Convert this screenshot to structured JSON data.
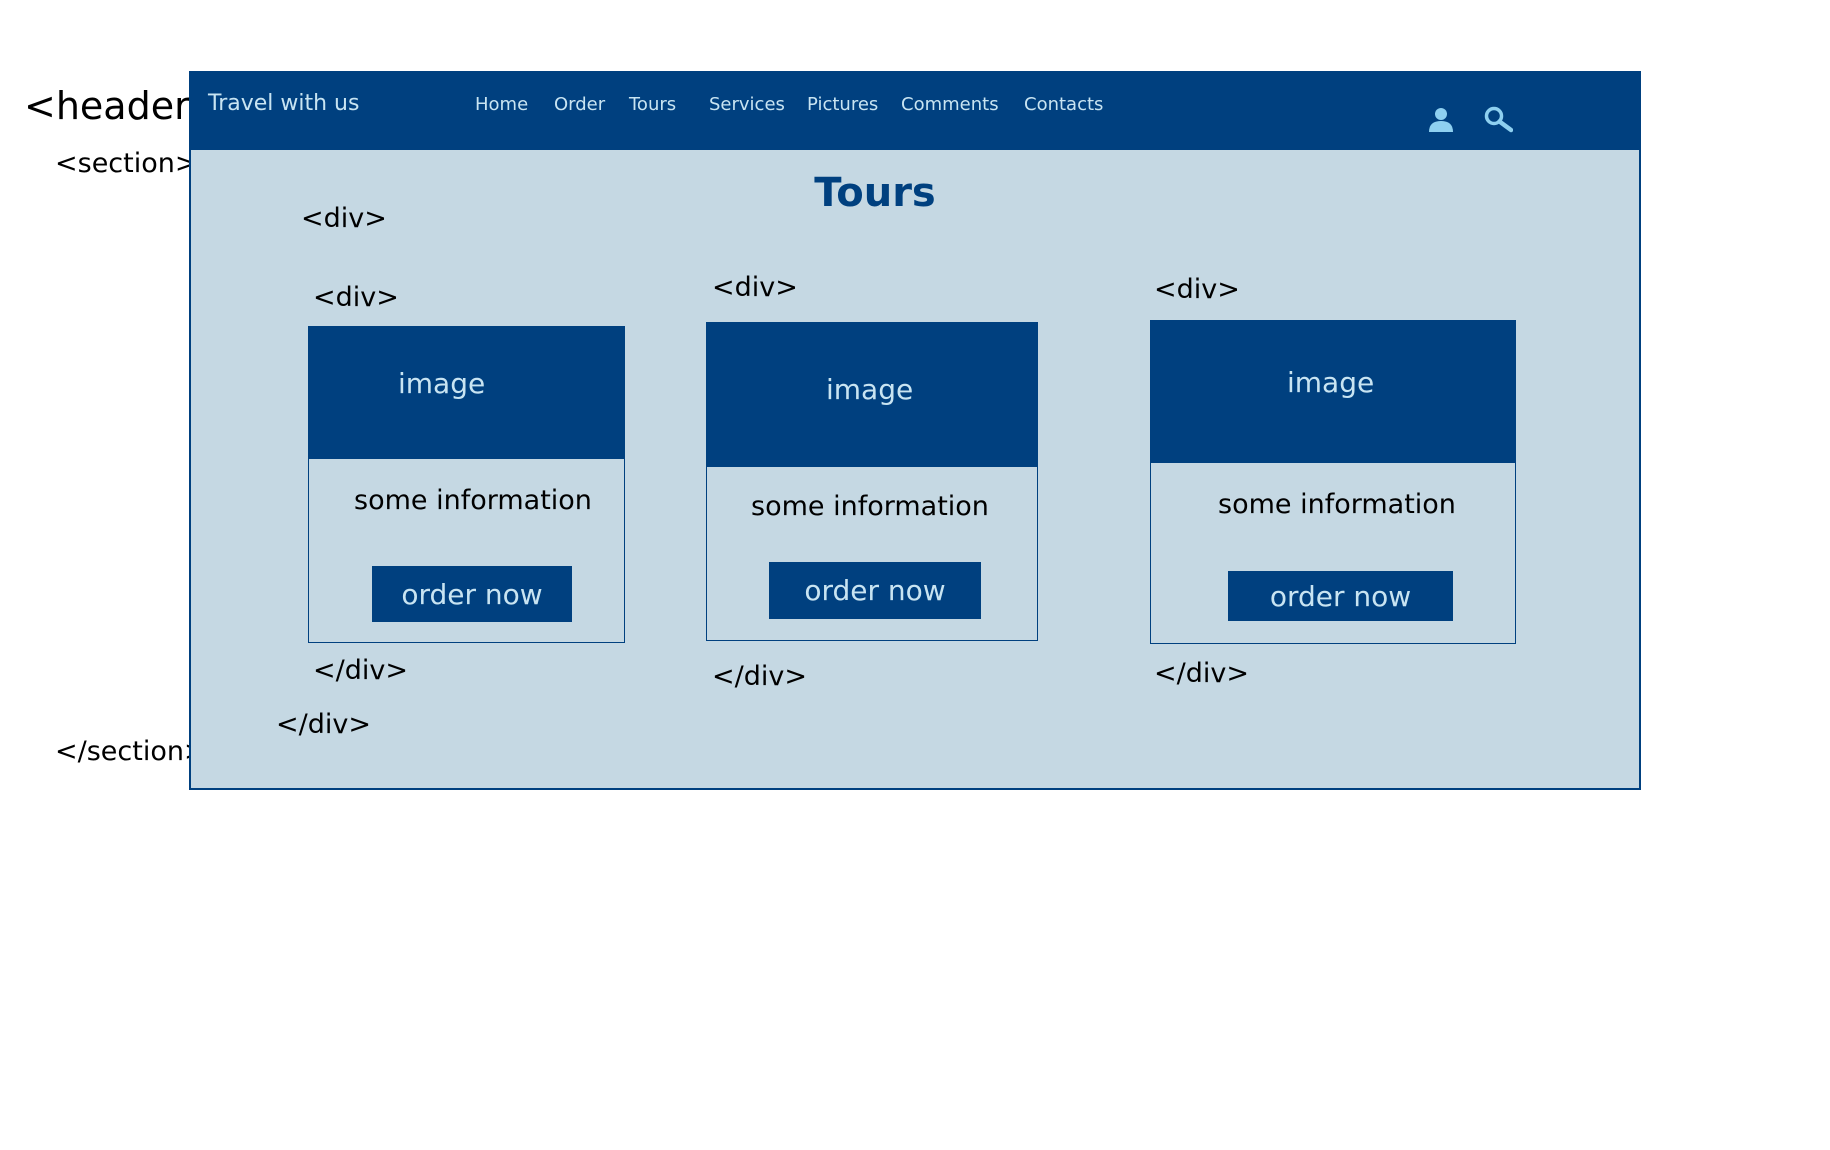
{
  "annotations": {
    "header_open": "<header>",
    "section_open": "<section>",
    "section_close": "</section>",
    "outer_div_open": "<div>",
    "outer_div_close": "</div>",
    "card_div_open": [
      "<div>",
      "<div>",
      "<div>"
    ],
    "card_div_close": [
      "</div>",
      "</div>",
      "</div>"
    ]
  },
  "header": {
    "brand": "Travel with us",
    "nav": [
      "Home",
      "Order",
      "Tours",
      "Services",
      "Pictures",
      "Comments",
      "Contacts"
    ],
    "icons": [
      "user-icon",
      "search-icon"
    ]
  },
  "page": {
    "title": "Tours"
  },
  "cards": [
    {
      "image_label": "image",
      "info": "some information",
      "button": "order now"
    },
    {
      "image_label": "image",
      "info": "some information",
      "button": "order now"
    },
    {
      "image_label": "image",
      "info": "some information",
      "button": "order now"
    }
  ],
  "colors": {
    "dark_blue": "#00407f",
    "light_blue_bg": "#c5d8e3",
    "light_text": "#c8e4f2"
  }
}
